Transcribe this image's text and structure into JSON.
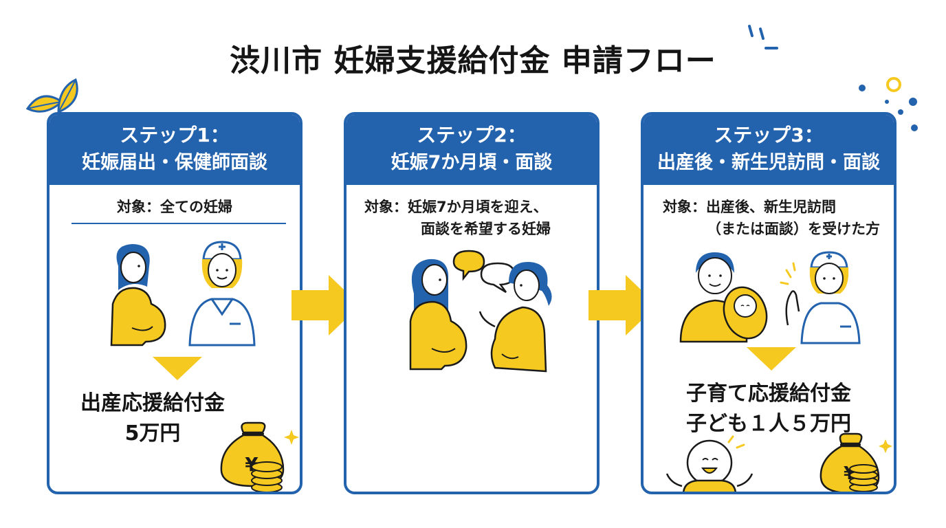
{
  "title": "渋川市 妊婦支援給付金 申請フロー",
  "colors": {
    "primary": "#2362ad",
    "accent": "#f6c921",
    "text": "#151515"
  },
  "steps": [
    {
      "label": "ステップ1：",
      "name": "妊娠届出・保健師面談",
      "target_line1": "対象：全ての妊婦",
      "target_line2": "",
      "benefit_line1": "出産応援給付金",
      "benefit_line2": "5万円",
      "icons": [
        "pregnant-woman-icon",
        "nurse-icon",
        "money-bag-icon",
        "coins-icon"
      ]
    },
    {
      "label": "ステップ2：",
      "name": "妊娠7か月頃・面談",
      "target_line1": "対象：妊娠7か月頃を迎え、",
      "target_line2": "面談を希望する妊婦",
      "icons": [
        "pregnant-woman-icon",
        "speech-bubble-icon",
        "pregnant-woman-icon"
      ]
    },
    {
      "label": "ステップ3：",
      "name": "出産後・新生児訪問・面談",
      "target_line1": "対象：出産後、新生児訪問",
      "target_line2": "（または面談）を受けた方",
      "benefit_line1": "子育て応援給付金",
      "benefit_line2": "子ども１人５万円",
      "icons": [
        "parent-with-baby-icon",
        "nurse-icon",
        "baby-icon",
        "money-bag-icon",
        "coins-icon"
      ]
    }
  ]
}
